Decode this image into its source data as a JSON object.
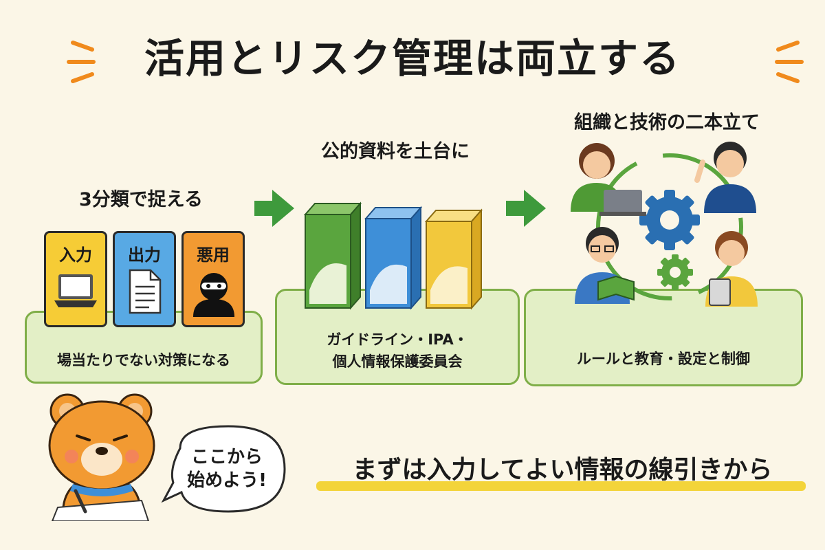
{
  "title": "活用とリスク管理は両立する",
  "step1": {
    "heading": "3分類で捉える",
    "categories": [
      {
        "label": "入力",
        "icon": "laptop-icon",
        "color": "#f6cc36"
      },
      {
        "label": "出力",
        "icon": "document-icon",
        "color": "#58a9e4"
      },
      {
        "label": "悪用",
        "icon": "burglar-icon",
        "color": "#f29a32"
      }
    ],
    "platform_label": "場当たりでない対策になる"
  },
  "step2": {
    "heading": "公的資料を土台に",
    "books": [
      {
        "icon": "green-book-icon",
        "color": "#5aa53e"
      },
      {
        "icon": "blue-book-icon",
        "color": "#3e8fd8"
      },
      {
        "icon": "yellow-book-icon",
        "color": "#f2c83c"
      }
    ],
    "platform_label_line1": "ガイドライン・IPA・",
    "platform_label_line2": "個人情報保護委員会"
  },
  "step3": {
    "heading": "組織と技術の二本立て",
    "platform_label": "ルールと教育・設定と制御"
  },
  "mascot": {
    "bubble_line1": "ここから",
    "bubble_line2": "始めよう!"
  },
  "cta": "まずは入力してよい情報の線引きから",
  "colors": {
    "background": "#fbf6e7",
    "arrow": "#3e9a3c",
    "platform_fill": "#e3efc6",
    "platform_border": "#7fae48",
    "accent_orange": "#f08a1c",
    "highlight": "#f3d43a"
  }
}
